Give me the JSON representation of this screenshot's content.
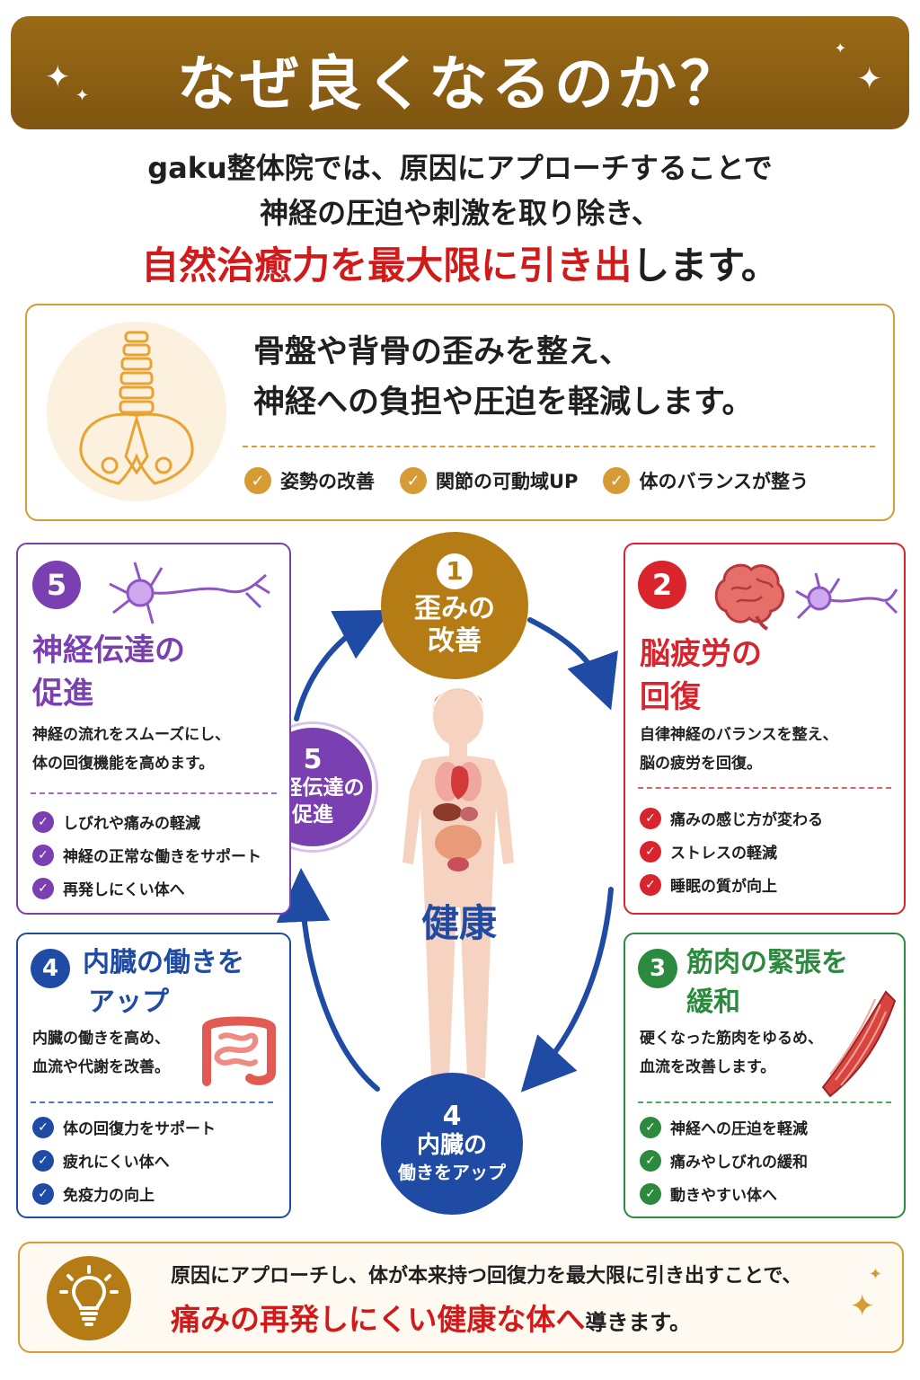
{
  "header": {
    "title": "なぜ良くなるのか？"
  },
  "intro": {
    "line1": "gaku整体院では、原因にアプローチすることで",
    "line2": "神経の圧迫や刺激を取り除き、",
    "line3_red": "自然治癒力を最大限に引き出",
    "line3_black": "します。"
  },
  "pelvis_box": {
    "heading_line1": "骨盤や背骨の歪みを整え、",
    "heading_line2": "神経への負担や圧迫を軽減します。",
    "checks": [
      "姿勢の改善",
      "関節の可動域UP",
      "体のバランスが整う"
    ]
  },
  "cards": {
    "nerve": {
      "number": "5",
      "title_line1": "神経伝達の",
      "title_line2": "促進",
      "desc_line1": "神経の流れをスムーズにし、",
      "desc_line2": "体の回復機能を高めます。",
      "items": [
        "しびれや痛みの軽減",
        "神経の正常な働きをサポート",
        "再発しにくい体へ"
      ]
    },
    "brain": {
      "number": "2",
      "title_line1": "脳疲労の",
      "title_line2": "回復",
      "desc_line1": "自律神経のバランスを整え、",
      "desc_line2": "脳の疲労を回復。",
      "items": [
        "痛みの感じ方が変わる",
        "ストレスの軽減",
        "睡眠の質が向上"
      ]
    },
    "organs": {
      "number": "4",
      "title_line1": "内臓の働きを",
      "title_line2": "アップ",
      "desc_line1": "内臓の働きを高め、",
      "desc_line2": "血流や代謝を改善。",
      "items": [
        "体の回復力をサポート",
        "疲れにくい体へ",
        "免疫力の向上"
      ]
    },
    "muscle": {
      "number": "3",
      "title_line1": "筋肉の緊張を",
      "title_line2": "緩和",
      "desc_line1": "硬くなった筋肉をゆるめ、",
      "desc_line2": "血流を改善します。",
      "items": [
        "神経への圧迫を軽減",
        "痛みやしびれの緩和",
        "動きやすい体へ"
      ]
    }
  },
  "cycle": {
    "step1": {
      "number": "1",
      "line1": "歪みの",
      "line2": "改善"
    },
    "step5": {
      "number": "5",
      "line1": "神経伝達の",
      "line2": "促進"
    },
    "step4": {
      "number": "4",
      "line1": "内臓の",
      "line2": "働きをアップ"
    },
    "center": "健康"
  },
  "footer": {
    "line1": "原因にアプローチし、体が本来持つ回復力を最大限に引き出すことで、",
    "line2_red": "痛みの再発しにくい健康な体へ",
    "line2_black": "導きます。"
  },
  "colors": {
    "gold": "#b57c15",
    "purple": "#7a3fb0",
    "red": "#d9232d",
    "blue": "#1f4ba5",
    "green": "#2b8a3e"
  }
}
